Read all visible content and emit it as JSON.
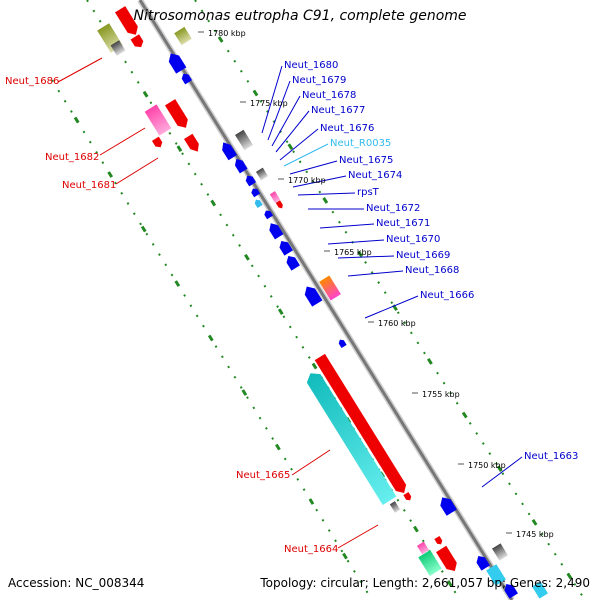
{
  "title": "Nitrosomonas eutropha C91, complete genome",
  "footer": {
    "accession": "Accession: NC_008344",
    "summary": "Topology: circular; Length: 2,661,057 bp; Genes: 2,490"
  },
  "kbp_ticks": [
    {
      "label": "1780 kbp"
    },
    {
      "label": "1775 kbp"
    },
    {
      "label": "1770 kbp"
    },
    {
      "label": "1765 kbp"
    },
    {
      "label": "1760 kbp"
    },
    {
      "label": "1755 kbp"
    },
    {
      "label": "1750 kbp"
    },
    {
      "label": "1745 kbp"
    }
  ],
  "gene_labels_left": [
    {
      "label": "Neut_1686",
      "color": "#dd0000"
    },
    {
      "label": "Neut_1682",
      "color": "#dd0000"
    },
    {
      "label": "Neut_1681",
      "color": "#dd0000"
    },
    {
      "label": "Neut_1665",
      "color": "#dd0000"
    },
    {
      "label": "Neut_1664",
      "color": "#dd0000"
    }
  ],
  "gene_labels_right": [
    {
      "label": "Neut_1680",
      "color": "#0000cc"
    },
    {
      "label": "Neut_1679",
      "color": "#0000cc"
    },
    {
      "label": "Neut_1678",
      "color": "#0000cc"
    },
    {
      "label": "Neut_1677",
      "color": "#0000cc"
    },
    {
      "label": "Neut_1676",
      "color": "#0000cc"
    },
    {
      "label": "Neut_R0035",
      "color": "#33bbee"
    },
    {
      "label": "Neut_1675",
      "color": "#0000cc"
    },
    {
      "label": "Neut_1674",
      "color": "#0000cc"
    },
    {
      "label": "rpsT",
      "color": "#0000cc"
    },
    {
      "label": "Neut_1672",
      "color": "#0000cc"
    },
    {
      "label": "Neut_1671",
      "color": "#0000cc"
    },
    {
      "label": "Neut_1670",
      "color": "#0000cc"
    },
    {
      "label": "Neut_1669",
      "color": "#0000cc"
    },
    {
      "label": "Neut_1668",
      "color": "#0000cc"
    },
    {
      "label": "Neut_1666",
      "color": "#0000cc"
    },
    {
      "label": "Neut_1663",
      "color": "#0000cc"
    }
  ],
  "colors": {
    "backbone": "#888888",
    "forward_strand": "#ee0000",
    "reverse_strand": "#0000ee",
    "dotted_track": "#228822"
  }
}
